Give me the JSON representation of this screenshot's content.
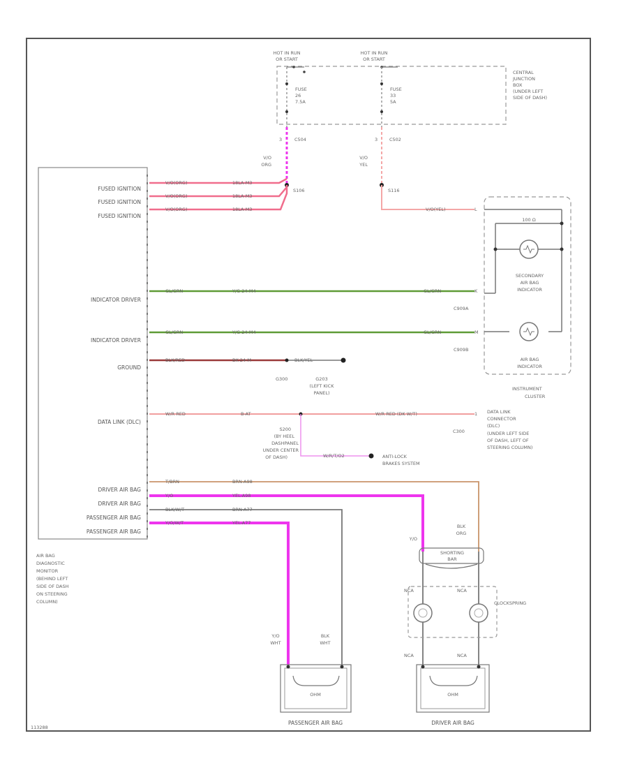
{
  "colors": {
    "pink": "#f06d8c",
    "green": "#5f9b36",
    "darkred": "#9a3a3a",
    "salmon": "#ef9090",
    "tan": "#c9946a",
    "magenta": "#ee35ee",
    "gray": "#777777",
    "lightpink": "#f4a6a6"
  },
  "fusebox": {
    "hot1": [
      "HOT IN RUN",
      "OR START"
    ],
    "hot2": [
      "HOT IN RUN",
      "OR START"
    ],
    "fuse1": [
      "FUSE",
      "26",
      "7.5A"
    ],
    "fuse2": [
      "FUSE",
      "33",
      "5A"
    ],
    "jbox": [
      "CENTRAL",
      "JUNCTION",
      "BOX",
      "(UNDER LEFT",
      "SIDE OF DASH)"
    ],
    "conn1": "C504",
    "conn2": "C502",
    "pin1": "3",
    "pin2": "3",
    "wire1": [
      "V/O",
      "ORG"
    ],
    "wire2": [
      "V/O",
      "YEL"
    ],
    "splice1": "S106",
    "splice2": "S116"
  },
  "module": {
    "pins": [
      "FUSED IGNITION",
      "FUSED IGNITION",
      "FUSED IGNITION",
      "INDICATOR DRIVER",
      "INDICATOR DRIVER",
      "GROUND",
      "DATA LINK (DLC)",
      "DRIVER AIR BAG",
      "DRIVER AIR BAG",
      "PASSENGER AIR BAG",
      "PASSENGER AIR BAG"
    ],
    "label": [
      "AIR BAG",
      "DIAGNOSTIC",
      "MONITOR",
      "(BEHIND LEFT",
      "SIDE OF DASH",
      "ON STEERING",
      "COLUMN)"
    ]
  },
  "wires": {
    "ign1": [
      "V/O(ORG)",
      "18LA-M3"
    ],
    "ign2": [
      "V/O(ORG)",
      "18LA-M3"
    ],
    "ign3": [
      "V/O(ORG)",
      "18LA-M3"
    ],
    "yel": "V/O(YEL)",
    "ind1": [
      "GL/GRN",
      "Y/G 24-M4",
      "GL/GRN"
    ],
    "ind2": [
      "GL/GRN",
      "Y/G 24-M4",
      "GL/GRN"
    ],
    "gnd": [
      "BLK/RED",
      "BK 24-M",
      "BLK/YEL"
    ],
    "dlc": [
      "W/R RED",
      "B-AT",
      "W/R RED (DK W/T)"
    ],
    "abs": "W/R/T/O2",
    "drv1": [
      "T/BRN",
      "BRN-A98"
    ],
    "drv2": [
      "Y/O",
      "YEL-A98"
    ],
    "pas1": [
      "BLK/W/T",
      "BRN-A77"
    ],
    "pas2": [
      "Y/O/W/T",
      "YEL-A77"
    ]
  },
  "cluster": {
    "pinL": "L",
    "pin1": "K",
    "pin2": "M",
    "conn1": "C909A",
    "conn2": "C909B",
    "res": "100 Ω",
    "sec": [
      "SECONDARY",
      "AIR BAG",
      "INDICATOR"
    ],
    "main": [
      "AIR BAG",
      "INDICATOR"
    ],
    "label": [
      "INSTRUMENT",
      "CLUSTER"
    ]
  },
  "ground": {
    "g1": "G300",
    "g2": [
      "G203",
      "(LEFT KICK",
      "PANEL)"
    ]
  },
  "dlc": {
    "splice": [
      "S200",
      "(BY HEEL",
      "DASHPANEL",
      "UNDER CENTER",
      "OF DASH)"
    ],
    "abs": [
      "ANTI-LOCK",
      "BRAKES SYSTEM"
    ],
    "conn": [
      "DATA LINK",
      "CONNECTOR",
      "(DLC)",
      "(UNDER LEFT SIDE",
      "OF DASH, LEFT OF",
      "STEERING COLUMN)"
    ],
    "connid": "C300",
    "pin": "1"
  },
  "driverbag": {
    "wl": "Y/O",
    "wr": [
      "BLK",
      "ORG"
    ],
    "bar": [
      "SHORTING",
      "BAR"
    ],
    "cs": "CLOCKSPRING",
    "cs_n": [
      "NCA",
      "NCA",
      "NCA",
      "NCA"
    ],
    "label": "DRIVER AIR BAG",
    "ohm": "OHM"
  },
  "passbag": {
    "wl": [
      "Y/O",
      "WHT"
    ],
    "wr": [
      "BLK",
      "WHT"
    ],
    "label": "PASSENGER AIR BAG",
    "ohm": "OHM"
  },
  "footer": "113288"
}
